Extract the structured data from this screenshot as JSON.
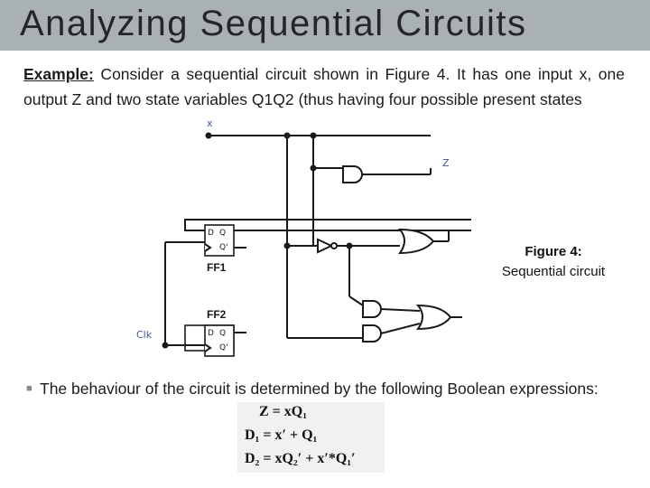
{
  "slide": {
    "title": "Analyzing Sequential Circuits",
    "intro_lead": "Example:",
    "intro_text": " Consider a sequential circuit shown in Figure 4. It has one input x, one output Z and two state variables Q1Q2 (thus having four possible present states",
    "bullet_text": "The behaviour of the circuit is determined by the following Boolean expressions:"
  },
  "figure": {
    "caption_title": "Figure 4:",
    "caption_text": "Sequential circuit",
    "input_label": "x",
    "output_label": "Z",
    "clock_label": "Clk",
    "ff1_label": "FF1",
    "ff2_label": "FF2",
    "pin_d": "D",
    "pin_q": "Q",
    "pin_qbar": "Q'"
  },
  "equations": [
    "Z = xQ₁",
    "D₁ = x′ + Q₁",
    "D₂ = xQ₂′ + x′*Q₁′"
  ],
  "colors": {
    "title_bar": "#a9b1b4",
    "signal_label": "#3a5a9a"
  }
}
